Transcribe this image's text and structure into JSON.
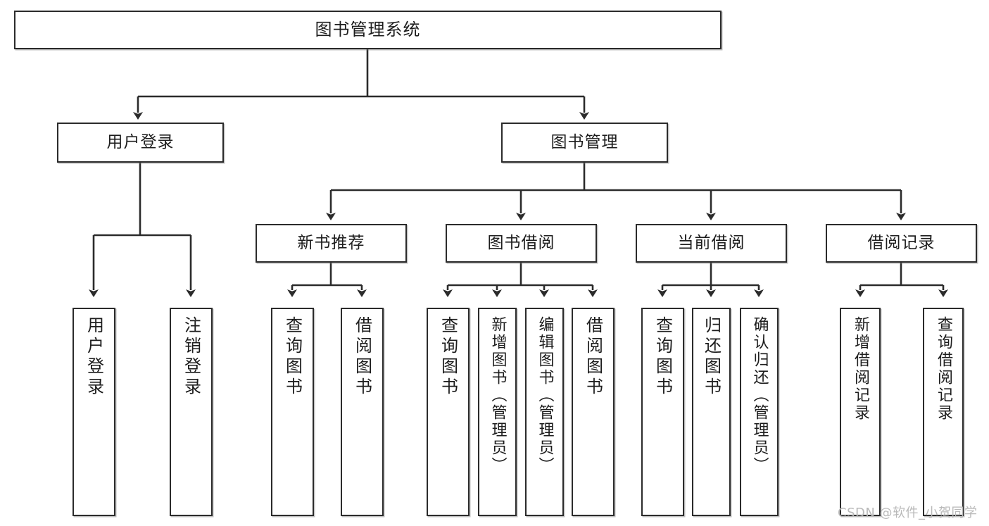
{
  "diagram": {
    "type": "tree",
    "title": "图书管理系统",
    "orientation": "top-down",
    "colors": {
      "box_border": "#2b2b2b",
      "box_fill": "#ffffff",
      "connector": "#2b2b2b",
      "background": "#ffffff",
      "watermark": "#b9b9b9"
    },
    "root": {
      "label": "图书管理系统"
    },
    "level2": [
      {
        "label": "用户登录"
      },
      {
        "label": "图书管理"
      }
    ],
    "level3": [
      {
        "label": "新书推荐"
      },
      {
        "label": "图书借阅"
      },
      {
        "label": "当前借阅"
      },
      {
        "label": "借阅记录"
      }
    ],
    "leaves": {
      "user_login": [
        {
          "label": "用户登录"
        },
        {
          "label": "注销登录"
        }
      ],
      "new_book_recommend": [
        {
          "label": "查询图书"
        },
        {
          "label": "借阅图书"
        }
      ],
      "book_borrow": [
        {
          "label": "查询图书"
        },
        {
          "label": "新增图书（管理员）"
        },
        {
          "label": "编辑图书（管理员）"
        },
        {
          "label": "借阅图书"
        }
      ],
      "current_borrow": [
        {
          "label": "查询图书"
        },
        {
          "label": "归还图书"
        },
        {
          "label": "确认归还（管理员）"
        }
      ],
      "borrow_record": [
        {
          "label": "新增借阅记录"
        },
        {
          "label": "查询借阅记录"
        }
      ]
    }
  },
  "watermark": {
    "text": "CSDN @软件_小贺同学"
  }
}
